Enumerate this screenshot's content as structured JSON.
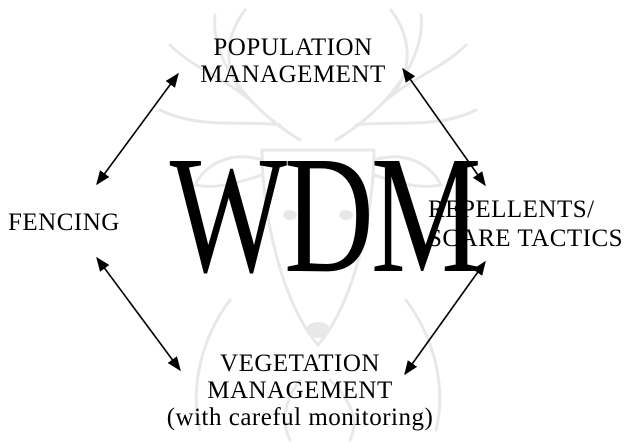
{
  "center": {
    "text": "WDM"
  },
  "nodes": {
    "top": {
      "lines": [
        "POPULATION",
        "MANAGEMENT"
      ]
    },
    "left": {
      "lines": [
        "FENCING"
      ]
    },
    "right": {
      "lines": [
        "REPELLENTS/",
        "SCARE TACTICS"
      ]
    },
    "bottom": {
      "lines": [
        "VEGETATION",
        "MANAGEMENT",
        "(with careful monitoring)"
      ]
    }
  },
  "colors": {
    "text": "#000000",
    "arrows": "#000000",
    "watermark": "#8a8a8a",
    "background": "#ffffff"
  },
  "watermark": {
    "icon": "deer-head-illustration-icon"
  }
}
